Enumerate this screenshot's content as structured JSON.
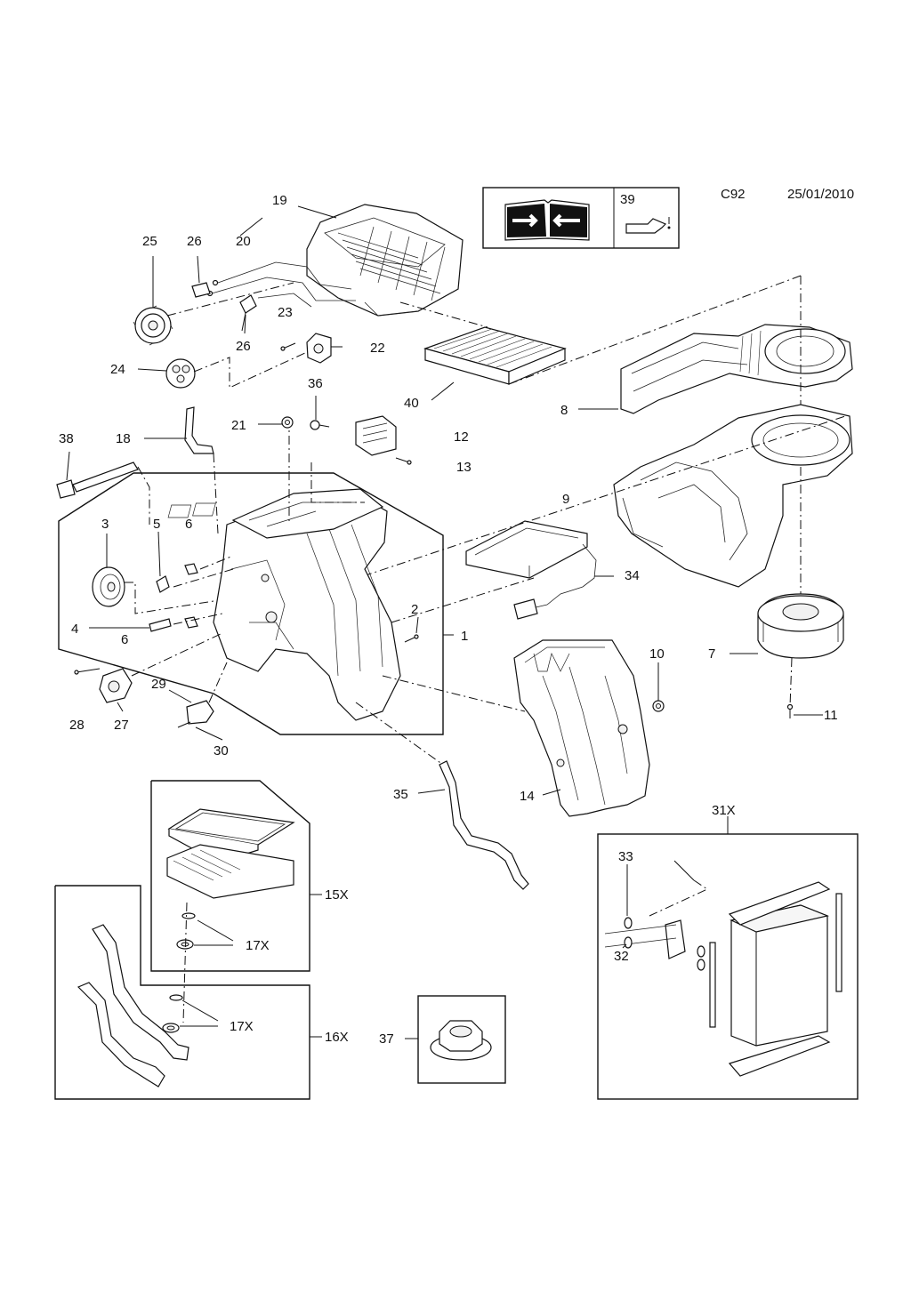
{
  "header": {
    "code": "C92",
    "date": "25/01/2010",
    "consumable_ref": "39"
  },
  "callouts": [
    "1",
    "2",
    "3",
    "4",
    "5",
    "6",
    "6",
    "7",
    "8",
    "9",
    "10",
    "11",
    "12",
    "13",
    "14",
    "15X",
    "16X",
    "17X",
    "17X",
    "18",
    "19",
    "20",
    "21",
    "22",
    "23",
    "24",
    "25",
    "26",
    "26",
    "27",
    "28",
    "29",
    "30",
    "31X",
    "32",
    "33",
    "34",
    "35",
    "36",
    "37",
    "38",
    "40"
  ],
  "icons": {
    "manual": "manual-wrench-book-icon",
    "oil": "oil-can-icon"
  }
}
